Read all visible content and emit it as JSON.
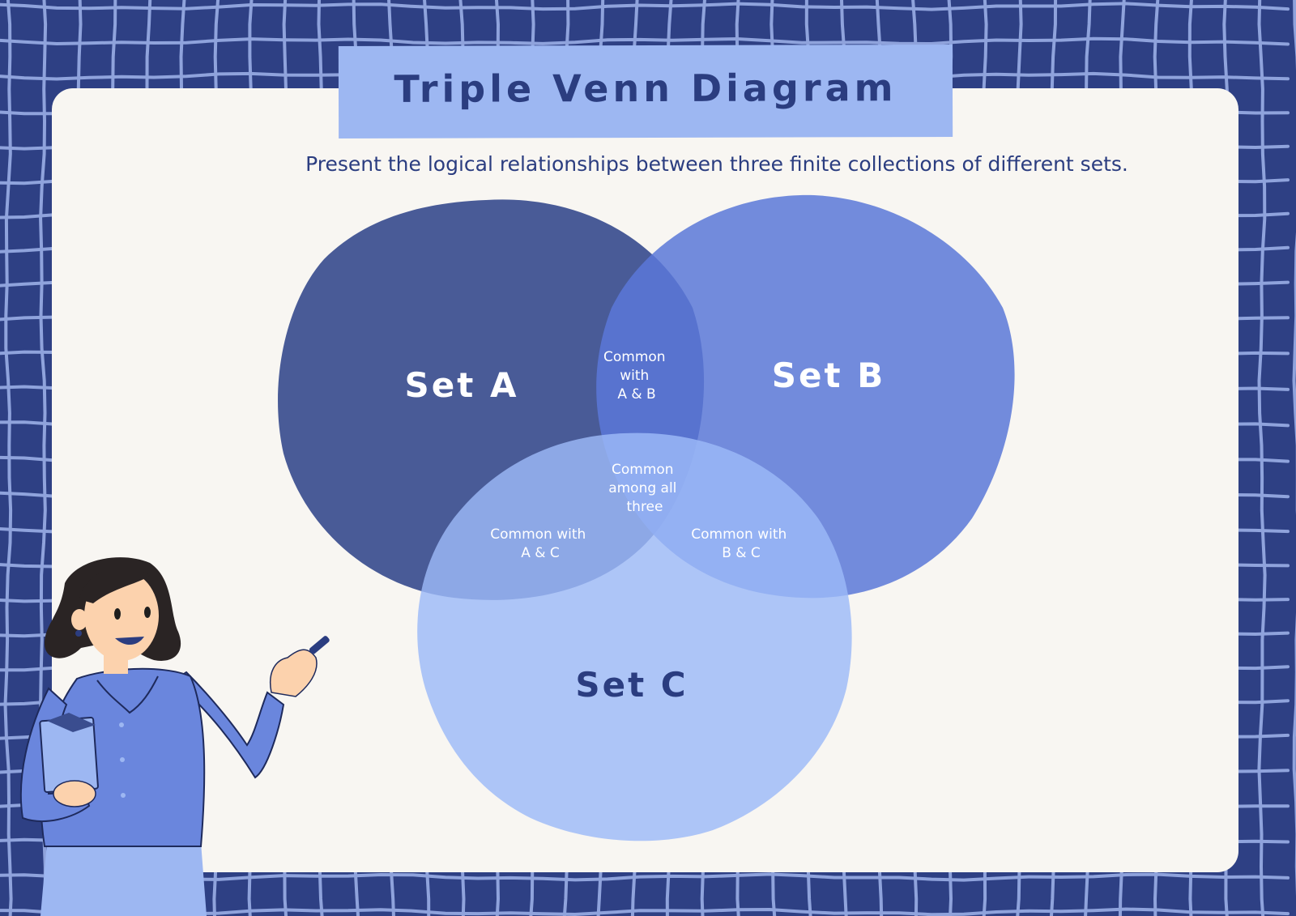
{
  "title": "Triple Venn Diagram",
  "subtitle": "Present the logical relationships between three finite collections of different sets.",
  "sets": {
    "a": {
      "label": "Set A",
      "color": "#3a4d8f"
    },
    "b": {
      "label": "Set B",
      "color": "#5a78d8"
    },
    "c": {
      "label": "Set C",
      "color": "#9cb9f8"
    }
  },
  "regions": {
    "ab": [
      "Common",
      "with",
      "A & B"
    ],
    "all": [
      "Common",
      "among all",
      "three"
    ],
    "ac": [
      "Common with",
      "A & C"
    ],
    "bc": [
      "Common with",
      "B & C"
    ]
  },
  "colors": {
    "background": "#2e4084",
    "grid_lines": "#8fa3dc",
    "card": "#f8f6f2",
    "title_banner": "#9db7f2",
    "text": "#2b3d80"
  }
}
